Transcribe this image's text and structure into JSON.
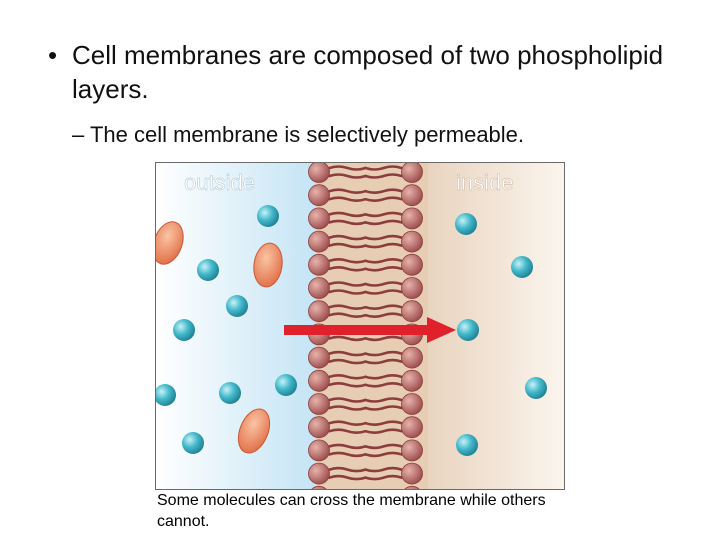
{
  "slide": {
    "bullet_main": "Cell membranes are composed of two phospholipid layers.",
    "bullet_sub": "– The cell membrane is selectively permeable.",
    "bullet_symbol": "•"
  },
  "figure": {
    "label_outside": "outside",
    "label_inside": "inside",
    "caption": "Some molecules can cross the membrane while others cannot.",
    "colors": {
      "outside_bg": "#d6edf8",
      "inside_bg": "#efe0d0",
      "membrane_core": "#e8cdb5",
      "lipid_head": "#b86a6a",
      "lipid_tail": "#8c3d3d",
      "small_molecule": "#3fb7c9",
      "large_molecule": "#f0946a",
      "arrow": "#e0202a",
      "label_text": "#ffffff"
    }
  }
}
